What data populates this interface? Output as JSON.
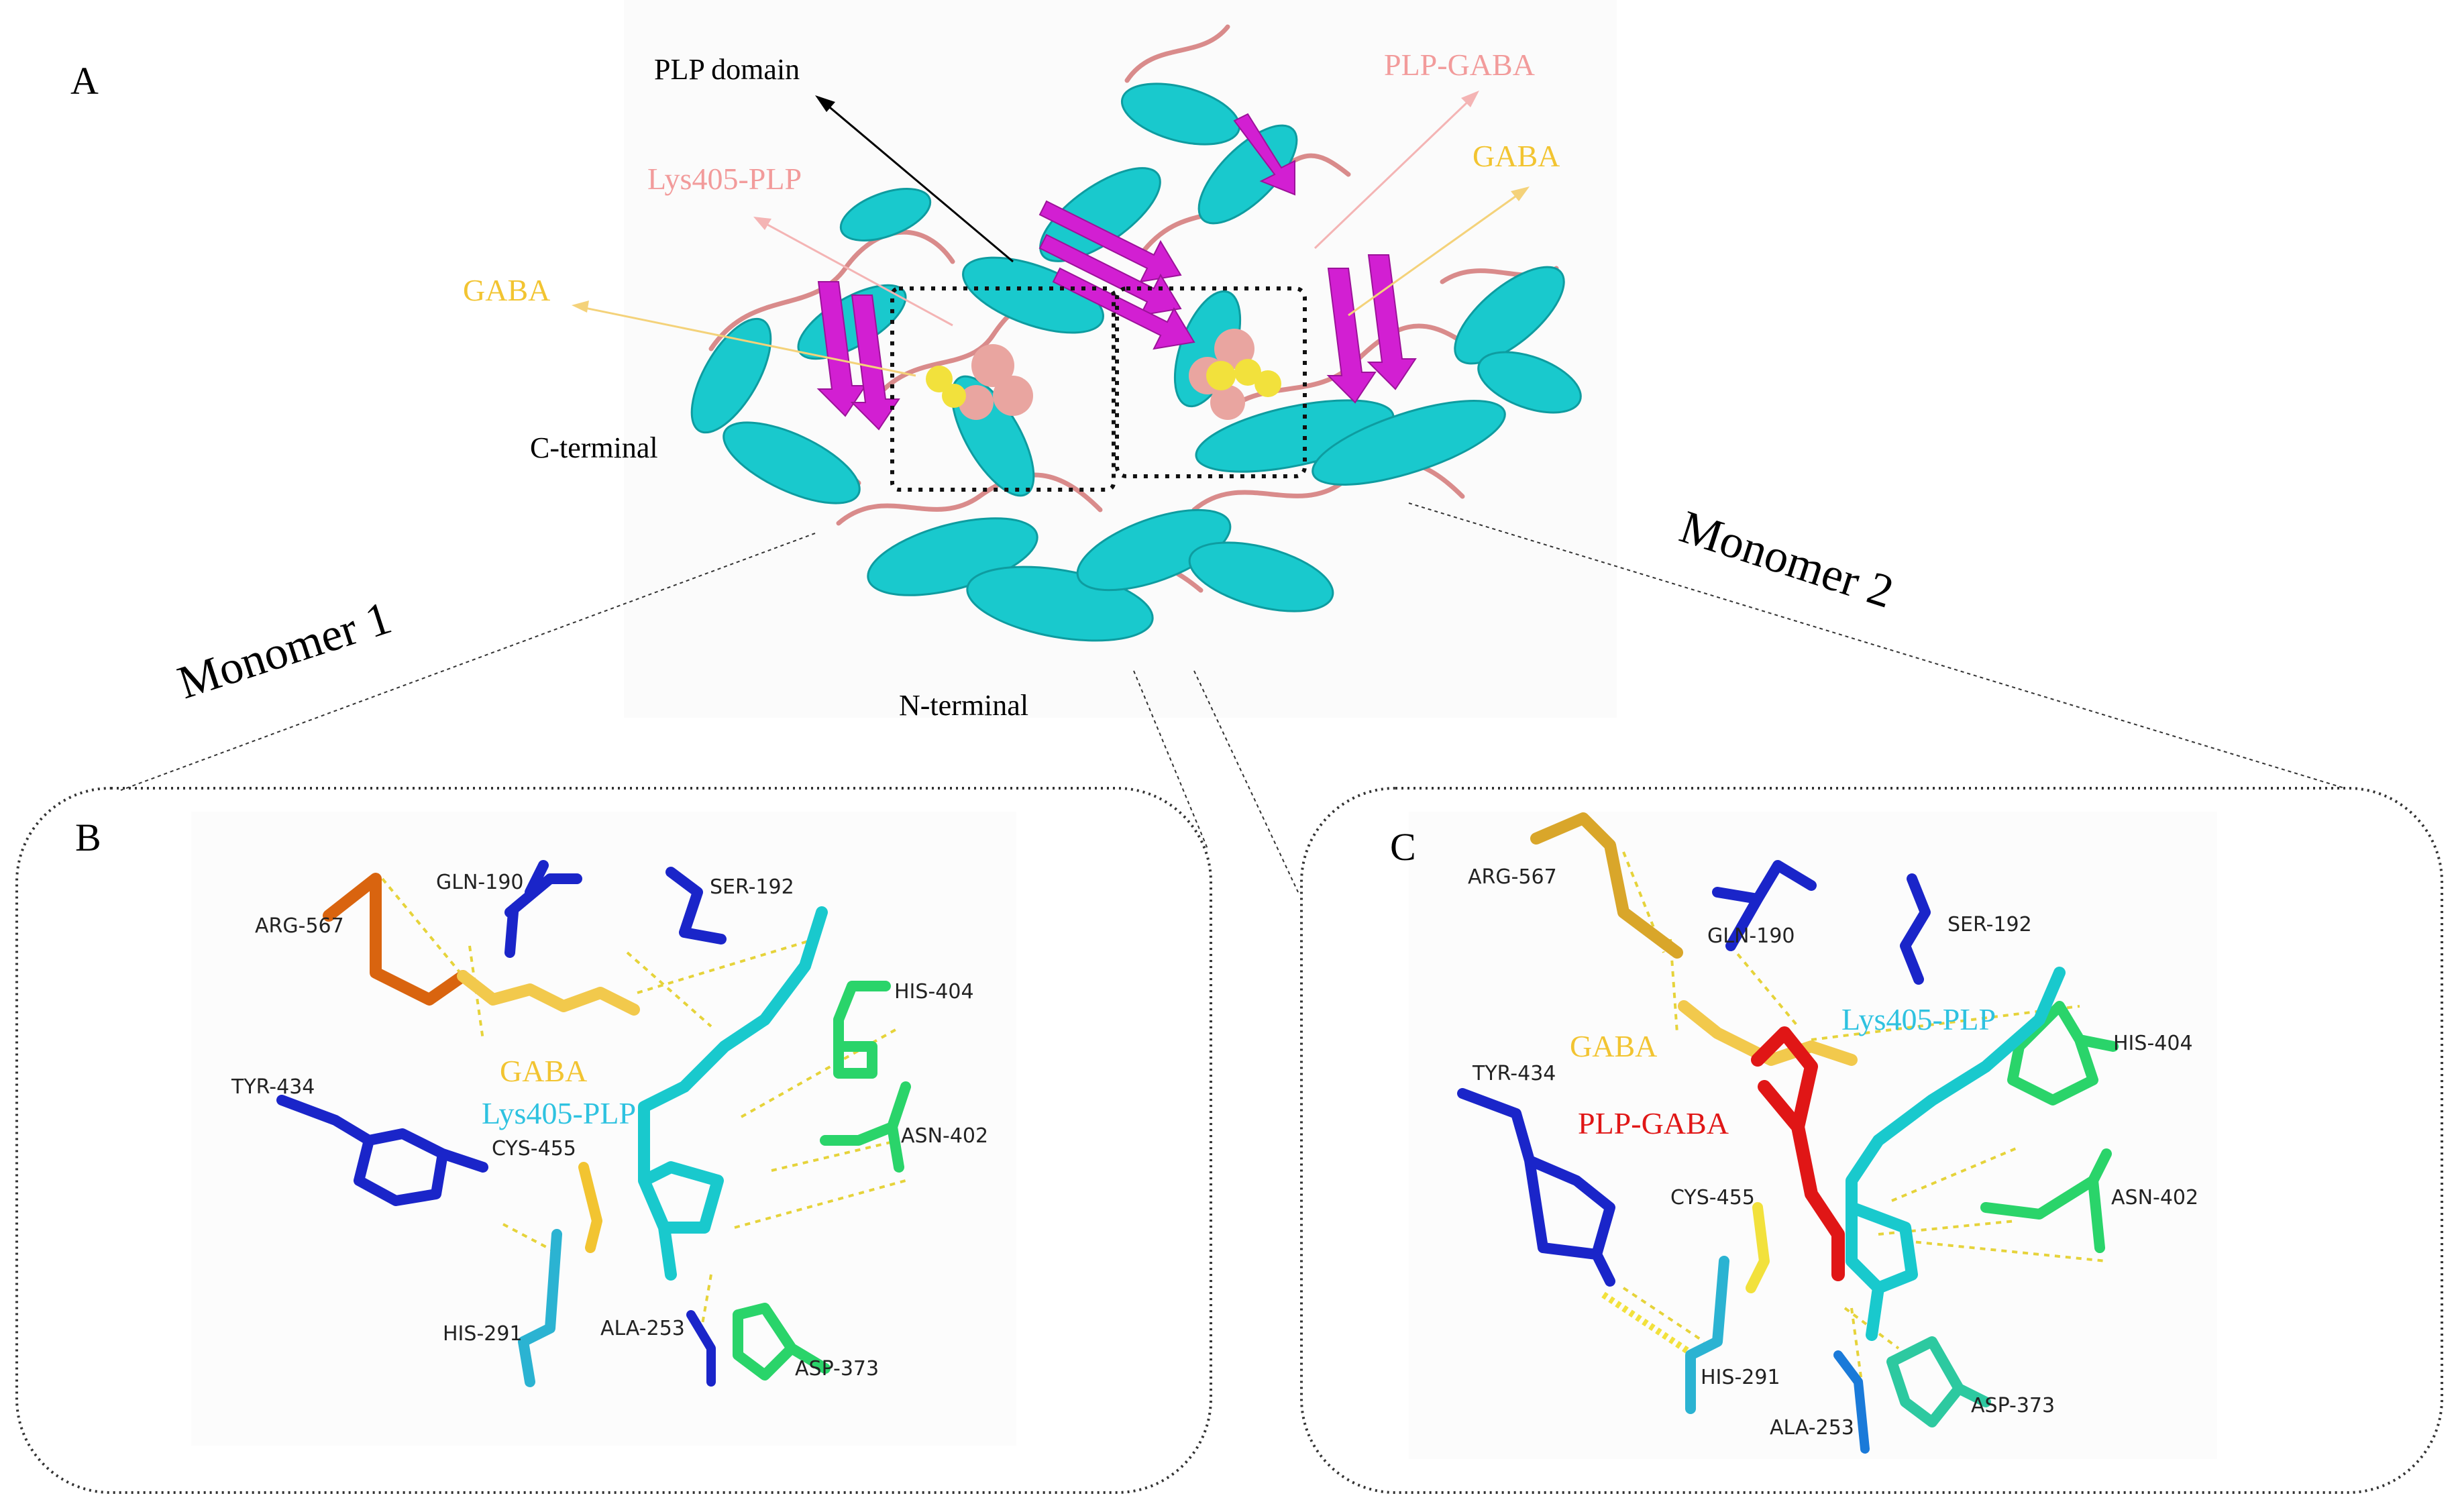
{
  "panels": {
    "a": {
      "letter": "A",
      "labels": {
        "plp_domain": "PLP domain",
        "plp_gaba": "PLP-GABA",
        "gaba_right": "GABA",
        "lys405_plp": "Lys405-PLP",
        "gaba_left": "GABA",
        "c_terminal": "C-terminal",
        "n_terminal": "N-terminal"
      },
      "monomer1": "Monomer 1",
      "monomer2": "Monomer 2"
    },
    "b": {
      "letter": "B",
      "residues": {
        "gln190": "GLN-190",
        "ser192": "SER-192",
        "arg567": "ARG-567",
        "his404": "HIS-404",
        "tyr434": "TYR-434",
        "asn402": "ASN-402",
        "cys455": "CYS-455",
        "his291": "HIS-291",
        "ala253": "ALA-253",
        "asp373": "ASP-373"
      },
      "ligands": {
        "gaba": "GABA",
        "lys_plp": "Lys405-PLP"
      }
    },
    "c": {
      "letter": "C",
      "residues": {
        "arg567": "ARG-567",
        "gln190": "GLN-190",
        "ser192": "SER-192",
        "his404": "HIS-404",
        "tyr434": "TYR-434",
        "cys455": "CYS-455",
        "asn402": "ASN-402",
        "his291": "HIS-291",
        "ala253": "ALA-253",
        "asp373": "ASP-373"
      },
      "ligands": {
        "gaba": "GABA",
        "lys_plp": "Lys405-PLP",
        "plp_gaba": "PLP-GABA"
      }
    }
  },
  "colors": {
    "helix": "#19c9cd",
    "sheet": "#d21fd2",
    "loop": "#d98b8b",
    "gaba": "#f2d53f",
    "plp_sphere": "#e9a5a0",
    "label_pink": "#f29b9b",
    "label_gold": "#f2c431",
    "label_cyan": "#2ec2e0",
    "plp_gaba_red": "#e01616",
    "blue_residue": "#1a25c9",
    "green_residue": "#2ad46a",
    "orange_residue": "#d9640f",
    "yellow_ligand": "#f2c94c"
  }
}
